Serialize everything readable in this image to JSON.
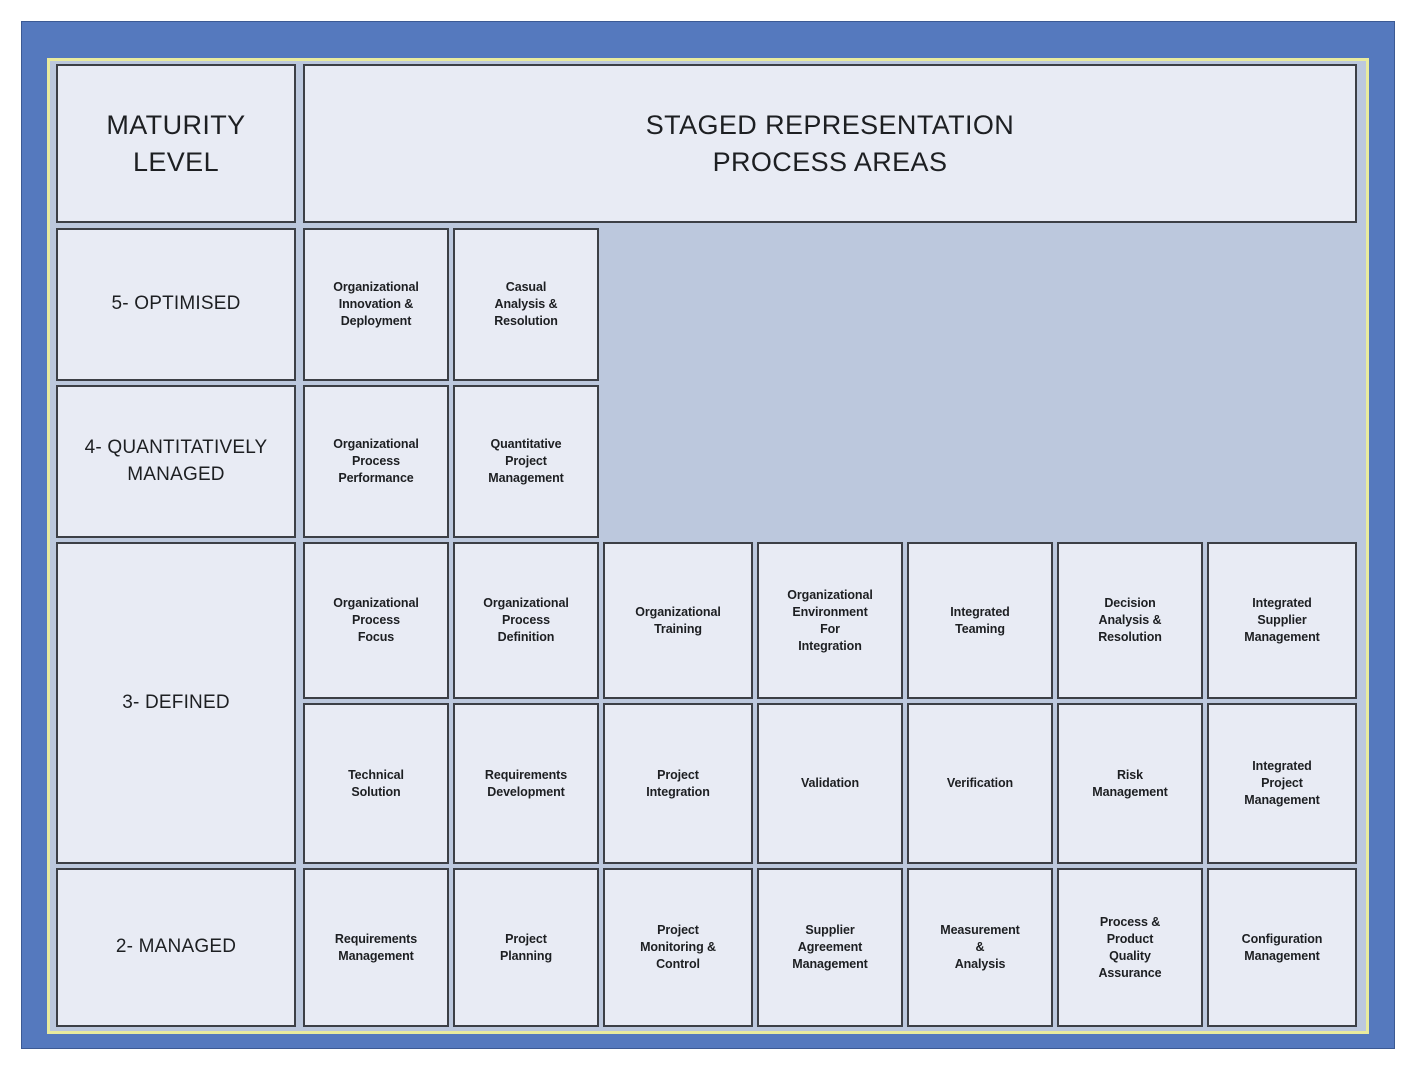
{
  "diagram": {
    "header": {
      "level_column_label": "MATURITY\nLEVEL",
      "level_column_label_line1": "MATURITY",
      "level_column_label_line2": "LEVEL",
      "title_line1": "STAGED REPRESENTATION",
      "title_line2": "PROCESS AREAS"
    },
    "colors": {
      "outer_frame": "#5579be",
      "accent_line": "#e9eb9e",
      "panel_background": "#bcc8dd",
      "box_fill": "#e8ebf4",
      "box_border": "#3c3f45",
      "text": "#1d1f22"
    },
    "levels": [
      {
        "id": "level-5",
        "label": "5- OPTIMISED",
        "rows": [
          {
            "process_areas": [
              "Organizational\nInnovation &\nDeployment",
              "Casual\nAnalysis &\nResolution"
            ]
          }
        ]
      },
      {
        "id": "level-4",
        "label": "4- QUANTITATIVELY\nMANAGED",
        "rows": [
          {
            "process_areas": [
              "Organizational\nProcess\nPerformance",
              "Quantitative\nProject\nManagement"
            ]
          }
        ]
      },
      {
        "id": "level-3",
        "label": "3- DEFINED",
        "rows": [
          {
            "process_areas": [
              "Organizational\nProcess\nFocus",
              "Organizational\nProcess\nDefinition",
              "Organizational\nTraining",
              "Organizational\nEnvironment\nFor\nIntegration",
              "Integrated\nTeaming",
              "Decision\nAnalysis &\nResolution",
              "Integrated\nSupplier\nManagement"
            ]
          },
          {
            "process_areas": [
              "Technical\nSolution",
              "Requirements\nDevelopment",
              "Project\nIntegration",
              "Validation",
              "Verification",
              "Risk\nManagement",
              "Integrated\nProject\nManagement"
            ]
          }
        ]
      },
      {
        "id": "level-2",
        "label": "2- MANAGED",
        "rows": [
          {
            "process_areas": [
              "Requirements\nManagement",
              "Project\nPlanning",
              "Project\nMonitoring &\nControl",
              "Supplier\nAgreement\nManagement",
              "Measurement\n&\nAnalysis",
              "Process &\nProduct\nQuality\nAssurance",
              "Configuration\nManagement"
            ]
          }
        ]
      }
    ]
  }
}
